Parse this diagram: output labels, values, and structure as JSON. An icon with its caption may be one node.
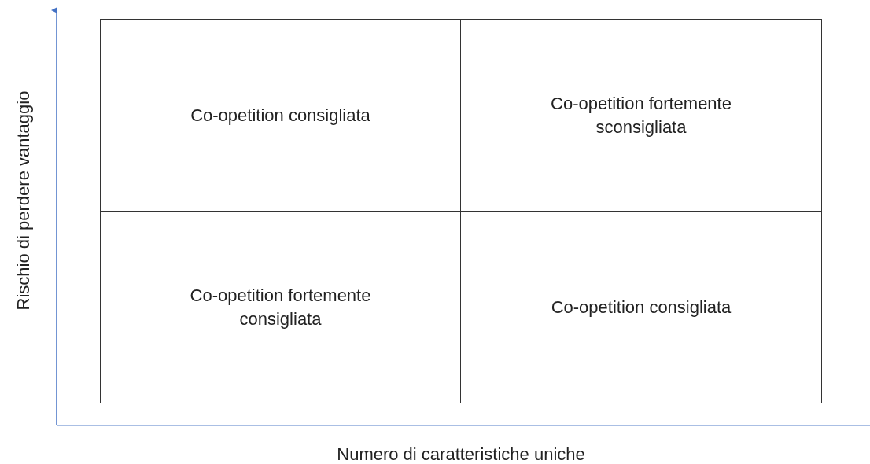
{
  "diagram": {
    "nodes": [
      {
        "text": [
          "Co-opetition consigliata"
        ]
      },
      {
        "text": [
          "Co-opetition fortemente sconsigliata"
        ]
      },
      {
        "text": [
          "Co-opetition fortemente consigliata"
        ]
      },
      {
        "text": [
          "Co-opetition consigliata"
        ]
      }
    ],
    "labels": [
      "Rischio di perdere vantaggio",
      "Numero di caratteristiche uniche"
    ]
  }
}
